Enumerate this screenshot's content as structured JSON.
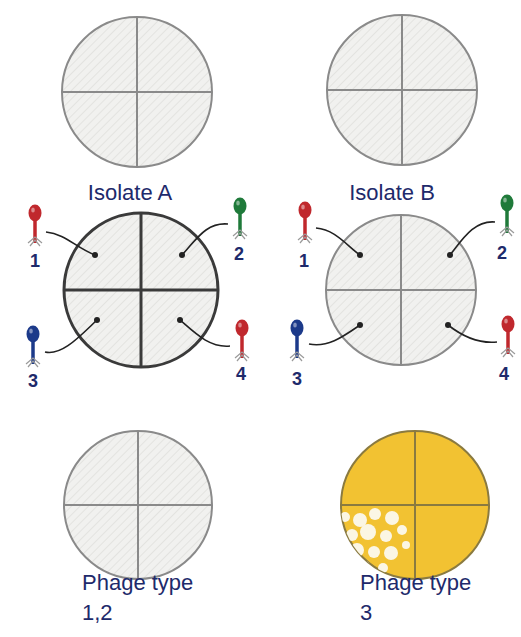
{
  "diagram": {
    "labels": [
      "Isolate A",
      "Isolate B",
      "1",
      "2",
      "3",
      "4",
      "1",
      "2",
      "3",
      "4",
      "Phage type 1,2",
      "Phage type 3"
    ]
  }
}
